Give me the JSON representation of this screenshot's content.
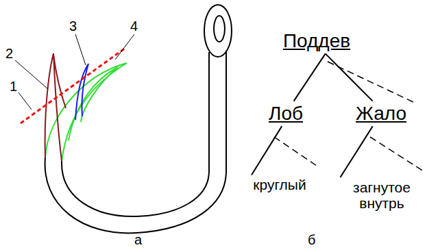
{
  "diagram": {
    "nodes": [
      {
        "text": [
          "Поддев"
        ]
      },
      {
        "text": [
          "Лоб"
        ]
      },
      {
        "text": [
          "Жало"
        ]
      },
      {
        "text": [
          "круглый"
        ]
      },
      {
        "text": [
          "загнутое внутрь"
        ]
      }
    ],
    "edges": [
      {
        "from": 0,
        "to": 1,
        "arrow": "none"
      },
      {
        "from": 0,
        "to": 2,
        "arrow": "none"
      },
      {
        "from": 1,
        "to": 3,
        "arrow": "none"
      },
      {
        "from": 2,
        "to": 4,
        "arrow": "none"
      }
    ],
    "labels": [
      "1",
      "2",
      "3",
      "4",
      "а",
      "б"
    ]
  }
}
